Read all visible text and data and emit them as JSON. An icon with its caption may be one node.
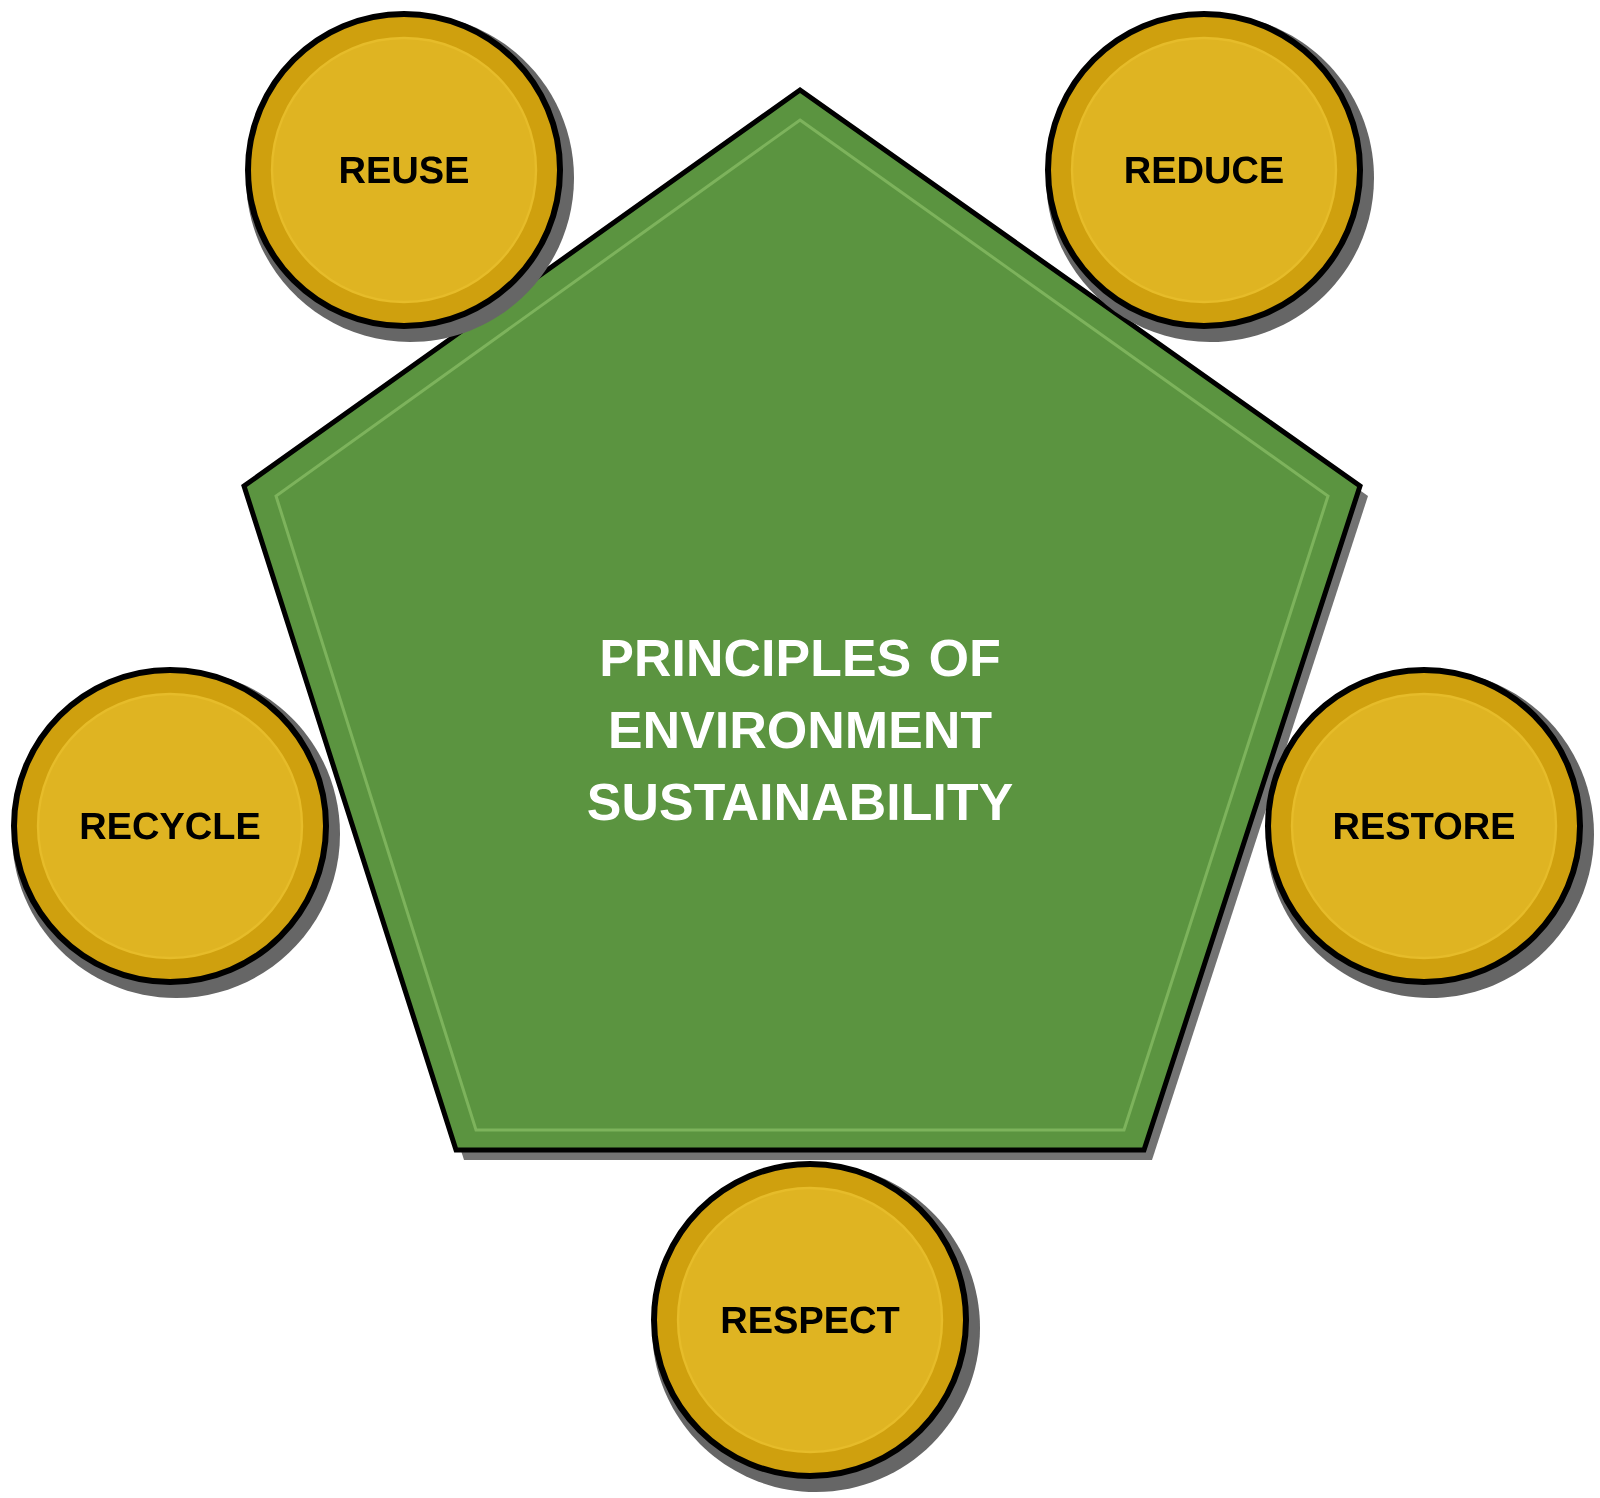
{
  "diagram": {
    "nodes": [
      {
        "text": [
          "PRINCIPLES OF ENVIRONMENT SUSTAINABILITY"
        ]
      },
      {
        "text": [
          "REUSE"
        ]
      },
      {
        "text": [
          "REDUCE"
        ]
      },
      {
        "text": [
          "RECYCLE"
        ]
      },
      {
        "text": [
          "RESTORE"
        ]
      },
      {
        "text": [
          "RESPECT"
        ]
      }
    ]
  }
}
